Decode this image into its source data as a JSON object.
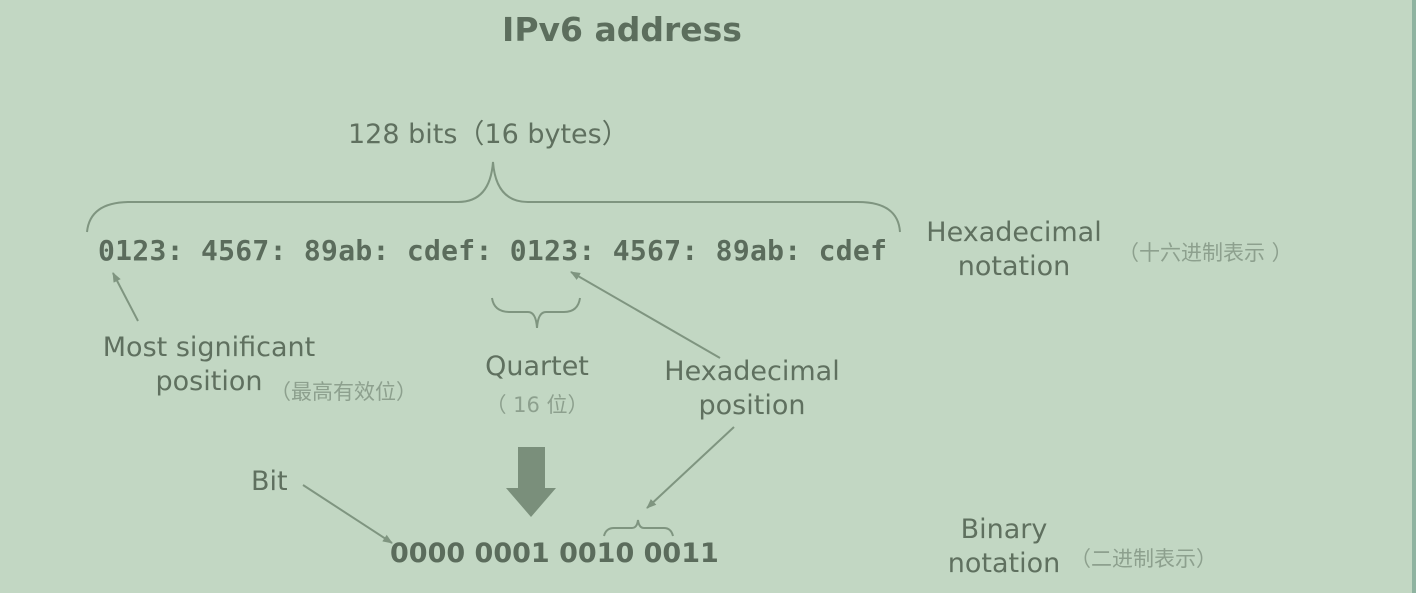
{
  "title": "IPv6 address",
  "size_label": "128 bits（16 bytes）",
  "hex_address": "0123: 4567: 89ab: cdef: 0123: 4567:  89ab: cdef",
  "hex_notation": {
    "en_line1": "Hexadecimal",
    "en_line2": "notation",
    "cn": "（十六进制表示 ）"
  },
  "msp": {
    "line1": "Most significant",
    "line2": "position",
    "cn": "（最高有效位）"
  },
  "quartet": {
    "en": "Quartet",
    "cn": "（ 16 位）"
  },
  "hex_position": {
    "line1": "Hexadecimal",
    "line2": "position"
  },
  "bit_label": "Bit",
  "binary_value": "0000 0001 0010 0011",
  "binary_notation": {
    "en_line1": "Binary",
    "en_line2": "notation",
    "cn": "（二进制表示）"
  },
  "colors": {
    "background": "#c2d7c3",
    "text": "#5a6b5b",
    "lines": "#7f9580",
    "arrow_fill": "#7a8f7b"
  }
}
